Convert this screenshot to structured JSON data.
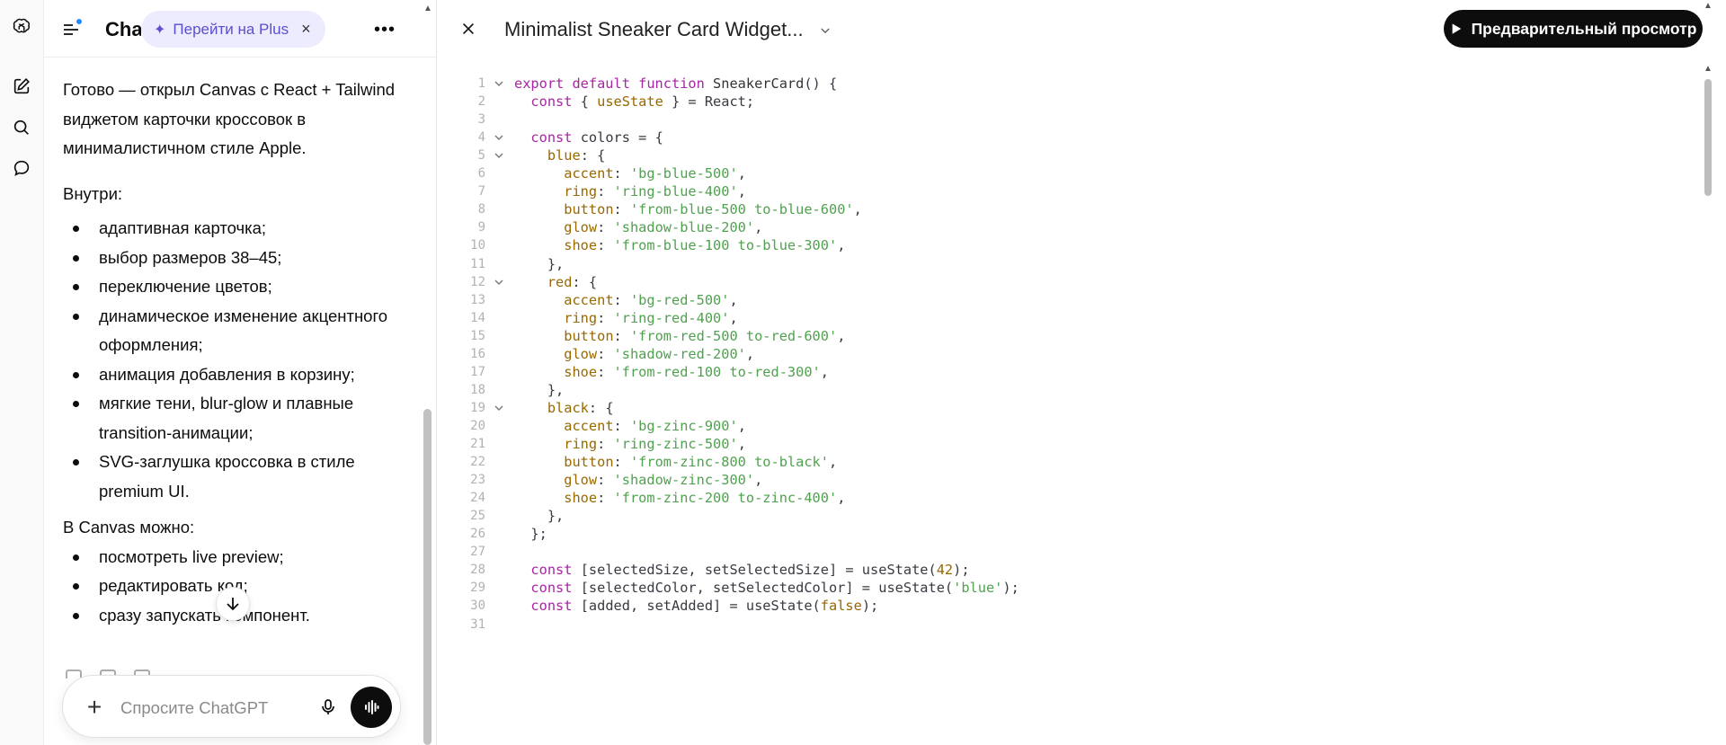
{
  "rail": {
    "icons": [
      "openai-logo-icon",
      "new-chat-icon",
      "search-icon",
      "chat-bubble-icon"
    ]
  },
  "chat": {
    "title": "Cha",
    "upgrade_label": "Перейти на Plus",
    "intro": "Готово — открыл Canvas с React + Tailwind виджетом карточки кроссовок в минималистичном стиле Apple.",
    "inside_heading": "Внутри:",
    "inside_items": [
      "адаптивная карточка;",
      "выбор размеров 38–45;",
      "переключение цветов;",
      "динамическое изменение акцентного оформления;",
      "анимация добавления в корзину;",
      "мягкие тени, blur-glow и плавные transition-анимации;",
      "SVG-заглушка кроссовка в стиле premium UI."
    ],
    "canvas_heading": "В Canvas можно:",
    "canvas_items": [
      "посмотреть live preview;",
      "редактировать код;",
      "сразу запускать компонент."
    ],
    "composer_placeholder": "Спросите ChatGPT"
  },
  "canvas": {
    "title": "Minimalist Sneaker Card Widget...",
    "preview_label": "Предварительный просмотр",
    "folded_lines": [
      1,
      4,
      5,
      12,
      19
    ],
    "code_lines": [
      [
        [
          "kw",
          "export default function "
        ],
        [
          "fn",
          "SneakerCard"
        ],
        [
          "var",
          "() {"
        ]
      ],
      [
        [
          "var",
          "  "
        ],
        [
          "kw",
          "const "
        ],
        [
          "var",
          "{ "
        ],
        [
          "prop",
          "useState"
        ],
        [
          "var",
          " } = React;"
        ]
      ],
      [],
      [
        [
          "var",
          "  "
        ],
        [
          "kw",
          "const "
        ],
        [
          "var",
          "colors = {"
        ]
      ],
      [
        [
          "var",
          "    "
        ],
        [
          "prop",
          "blue"
        ],
        [
          "var",
          ": {"
        ]
      ],
      [
        [
          "var",
          "      "
        ],
        [
          "prop",
          "accent"
        ],
        [
          "var",
          ": "
        ],
        [
          "str",
          "'bg-blue-500'"
        ],
        [
          "var",
          ","
        ]
      ],
      [
        [
          "var",
          "      "
        ],
        [
          "prop",
          "ring"
        ],
        [
          "var",
          ": "
        ],
        [
          "str",
          "'ring-blue-400'"
        ],
        [
          "var",
          ","
        ]
      ],
      [
        [
          "var",
          "      "
        ],
        [
          "prop",
          "button"
        ],
        [
          "var",
          ": "
        ],
        [
          "str",
          "'from-blue-500 to-blue-600'"
        ],
        [
          "var",
          ","
        ]
      ],
      [
        [
          "var",
          "      "
        ],
        [
          "prop",
          "glow"
        ],
        [
          "var",
          ": "
        ],
        [
          "str",
          "'shadow-blue-200'"
        ],
        [
          "var",
          ","
        ]
      ],
      [
        [
          "var",
          "      "
        ],
        [
          "prop",
          "shoe"
        ],
        [
          "var",
          ": "
        ],
        [
          "str",
          "'from-blue-100 to-blue-300'"
        ],
        [
          "var",
          ","
        ]
      ],
      [
        [
          "var",
          "    },"
        ]
      ],
      [
        [
          "var",
          "    "
        ],
        [
          "prop",
          "red"
        ],
        [
          "var",
          ": {"
        ]
      ],
      [
        [
          "var",
          "      "
        ],
        [
          "prop",
          "accent"
        ],
        [
          "var",
          ": "
        ],
        [
          "str",
          "'bg-red-500'"
        ],
        [
          "var",
          ","
        ]
      ],
      [
        [
          "var",
          "      "
        ],
        [
          "prop",
          "ring"
        ],
        [
          "var",
          ": "
        ],
        [
          "str",
          "'ring-red-400'"
        ],
        [
          "var",
          ","
        ]
      ],
      [
        [
          "var",
          "      "
        ],
        [
          "prop",
          "button"
        ],
        [
          "var",
          ": "
        ],
        [
          "str",
          "'from-red-500 to-red-600'"
        ],
        [
          "var",
          ","
        ]
      ],
      [
        [
          "var",
          "      "
        ],
        [
          "prop",
          "glow"
        ],
        [
          "var",
          ": "
        ],
        [
          "str",
          "'shadow-red-200'"
        ],
        [
          "var",
          ","
        ]
      ],
      [
        [
          "var",
          "      "
        ],
        [
          "prop",
          "shoe"
        ],
        [
          "var",
          ": "
        ],
        [
          "str",
          "'from-red-100 to-red-300'"
        ],
        [
          "var",
          ","
        ]
      ],
      [
        [
          "var",
          "    },"
        ]
      ],
      [
        [
          "var",
          "    "
        ],
        [
          "prop",
          "black"
        ],
        [
          "var",
          ": {"
        ]
      ],
      [
        [
          "var",
          "      "
        ],
        [
          "prop",
          "accent"
        ],
        [
          "var",
          ": "
        ],
        [
          "str",
          "'bg-zinc-900'"
        ],
        [
          "var",
          ","
        ]
      ],
      [
        [
          "var",
          "      "
        ],
        [
          "prop",
          "ring"
        ],
        [
          "var",
          ": "
        ],
        [
          "str",
          "'ring-zinc-500'"
        ],
        [
          "var",
          ","
        ]
      ],
      [
        [
          "var",
          "      "
        ],
        [
          "prop",
          "button"
        ],
        [
          "var",
          ": "
        ],
        [
          "str",
          "'from-zinc-800 to-black'"
        ],
        [
          "var",
          ","
        ]
      ],
      [
        [
          "var",
          "      "
        ],
        [
          "prop",
          "glow"
        ],
        [
          "var",
          ": "
        ],
        [
          "str",
          "'shadow-zinc-300'"
        ],
        [
          "var",
          ","
        ]
      ],
      [
        [
          "var",
          "      "
        ],
        [
          "prop",
          "shoe"
        ],
        [
          "var",
          ": "
        ],
        [
          "str",
          "'from-zinc-200 to-zinc-400'"
        ],
        [
          "var",
          ","
        ]
      ],
      [
        [
          "var",
          "    },"
        ]
      ],
      [
        [
          "var",
          "  };"
        ]
      ],
      [],
      [
        [
          "var",
          "  "
        ],
        [
          "kw",
          "const "
        ],
        [
          "var",
          "[selectedSize, setSelectedSize] = useState("
        ],
        [
          "num",
          "42"
        ],
        [
          "var",
          ");"
        ]
      ],
      [
        [
          "var",
          "  "
        ],
        [
          "kw",
          "const "
        ],
        [
          "var",
          "[selectedColor, setSelectedColor] = useState("
        ],
        [
          "str",
          "'blue'"
        ],
        [
          "var",
          ");"
        ]
      ],
      [
        [
          "var",
          "  "
        ],
        [
          "kw",
          "const "
        ],
        [
          "var",
          "[added, setAdded] = useState("
        ],
        [
          "bool",
          "false"
        ],
        [
          "var",
          ");"
        ]
      ],
      []
    ]
  }
}
